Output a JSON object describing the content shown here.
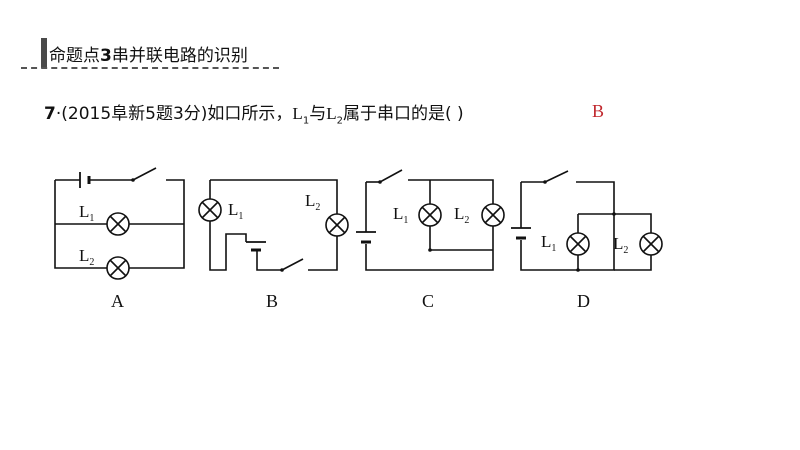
{
  "heading": {
    "prefix": "命题点",
    "number": "3",
    "title": "串并联电路的识别"
  },
  "question": {
    "number": "7",
    "text_before": "·(2015阜新5题3分)如口所示，",
    "L": "L",
    "sub1": "1",
    "mid": "与",
    "sub2": "2",
    "text_after": "属于串口的是(    )"
  },
  "answer": "B",
  "diagrams": [
    {
      "option": "A",
      "lamp1": "L",
      "lamp1_sub": "1",
      "lamp2": "L",
      "lamp2_sub": "2"
    },
    {
      "option": "B",
      "lamp1": "L",
      "lamp1_sub": "1",
      "lamp2": "L",
      "lamp2_sub": "2"
    },
    {
      "option": "C",
      "lamp1": "L",
      "lamp1_sub": "1",
      "lamp2": "L",
      "lamp2_sub": "2"
    },
    {
      "option": "D",
      "lamp1": "L",
      "lamp1_sub": "1",
      "lamp2": "L",
      "lamp2_sub": "2"
    }
  ]
}
